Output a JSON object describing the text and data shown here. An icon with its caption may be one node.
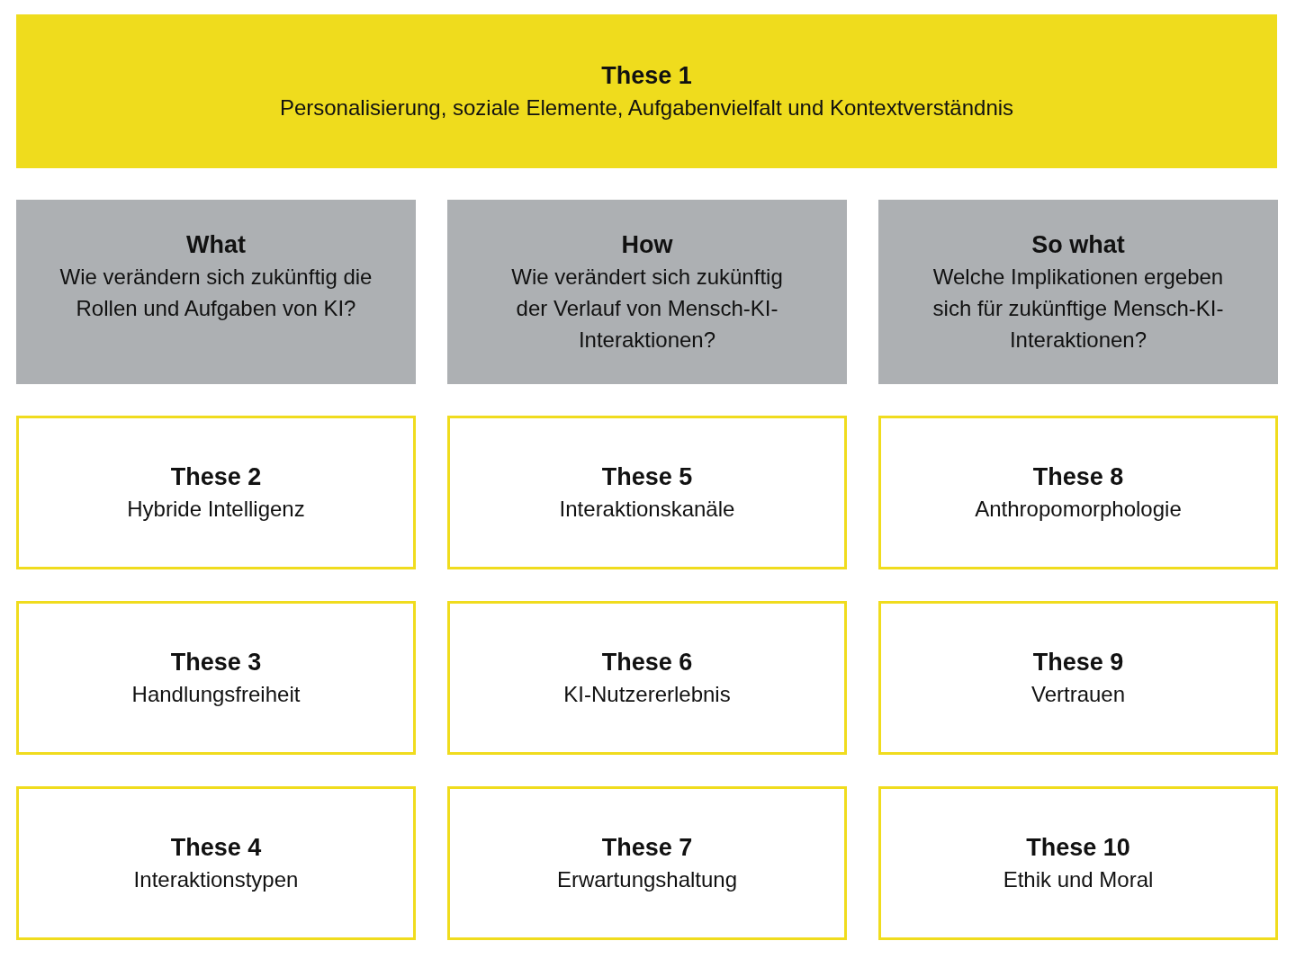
{
  "diagram": {
    "nodes": [
      {
        "text": [
          "These 1",
          "Personalisierung, soziale Elemente, Aufgabenvielfalt und Kontextverständnis"
        ]
      },
      {
        "text": [
          "What",
          "Wie verändern sich zukünftig die Rollen und Aufgaben von KI?"
        ]
      },
      {
        "text": [
          "How",
          "Wie verändert sich zukünftig der Verlauf von Mensch-KI-Interaktionen?"
        ]
      },
      {
        "text": [
          "So what",
          "Welche Implikationen ergeben sich für zukünftige Mensch-KI-Interaktionen?"
        ]
      },
      {
        "text": [
          "These 2",
          "Hybride Intelligenz"
        ]
      },
      {
        "text": [
          "These 5",
          "Interaktionskanäle"
        ]
      },
      {
        "text": [
          "These 8",
          "Anthropomorphologie"
        ]
      },
      {
        "text": [
          "These 3",
          "Handlungsfreiheit"
        ]
      },
      {
        "text": [
          "These 6",
          "KI-Nutzererlebnis"
        ]
      },
      {
        "text": [
          "These 9",
          "Vertrauen"
        ]
      },
      {
        "text": [
          "These 4",
          "Interaktionstypen"
        ]
      },
      {
        "text": [
          "These 7",
          "Erwartungshaltung"
        ]
      },
      {
        "text": [
          "These 10",
          "Ethik und Moral"
        ]
      }
    ]
  }
}
